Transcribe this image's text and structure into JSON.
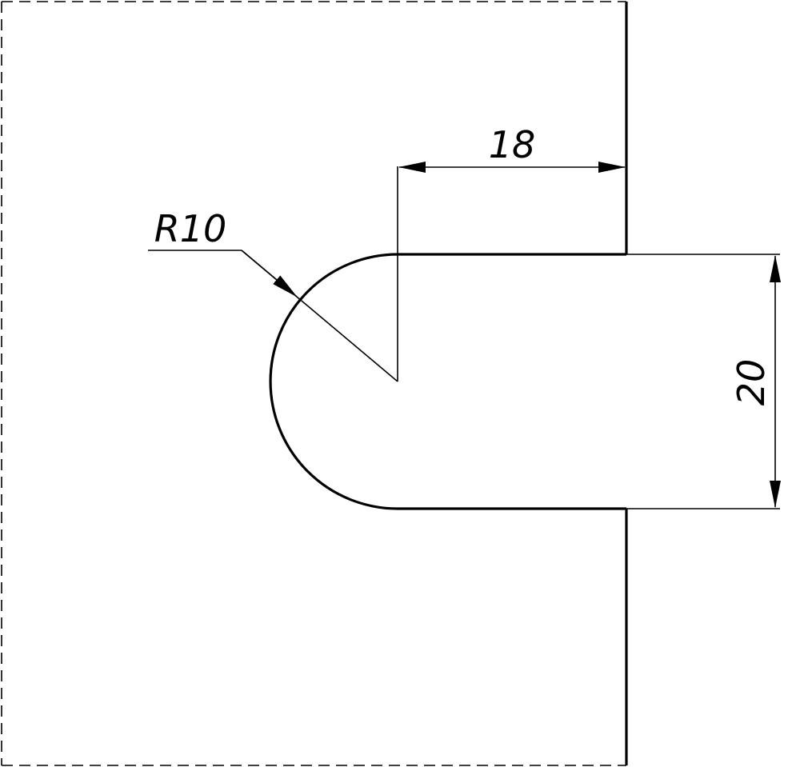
{
  "drawing": {
    "line_color": "#000000",
    "background_color": "#ffffff",
    "dimensions": {
      "slot_depth": {
        "label": "18",
        "value": 18
      },
      "radius": {
        "label": "R10",
        "value": 10
      },
      "slot_width": {
        "label": "20",
        "value": 20
      }
    }
  }
}
